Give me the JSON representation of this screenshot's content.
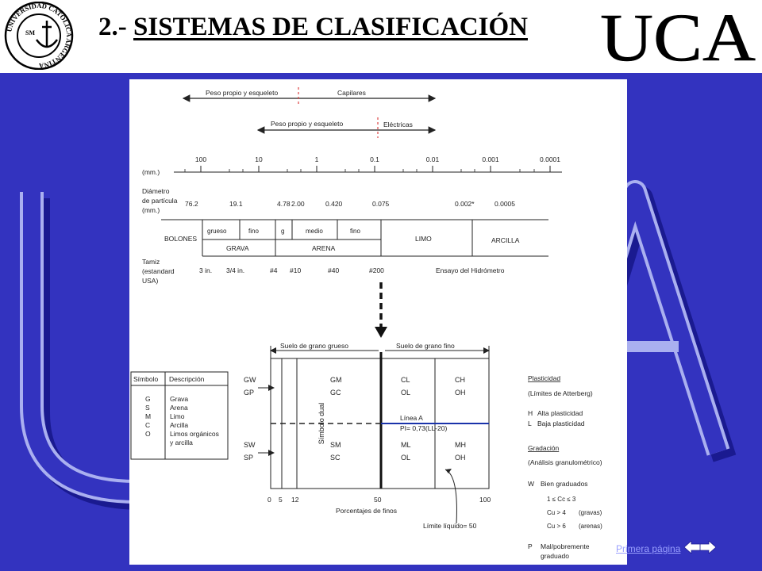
{
  "header": {
    "title_prefix": "2.- ",
    "title_main": "SISTEMAS DE CLASIFICACIÓN",
    "seal_ring_text": "UNIVERSIDAD CATOLICA ARGENTINA",
    "seal_center_text": "SM",
    "logo_text": "UCA"
  },
  "nav": {
    "first_page": "Primera página"
  },
  "diagram": {
    "top_arrow1_left": "Peso propio y esqueleto",
    "top_arrow1_right": "Capilares",
    "top_arrow2_left": "Peso propio y esqueleto",
    "top_arrow2_right": "Eléctricas",
    "scale_unit": "(mm.)",
    "scale_ticks": [
      "100",
      "10",
      "1",
      "0.1",
      "0.01",
      "0.001",
      "0.0001"
    ],
    "diameter_label": [
      "Diámetro",
      "de partícula",
      "(mm.)"
    ],
    "diameter_values": [
      "76.2",
      "19.1",
      "4.78",
      "2.00",
      "0.420",
      "0.075",
      "0.002*",
      "0.0005"
    ],
    "bolones": "BOLONES",
    "sub_labels": [
      "grueso",
      "fino",
      "g",
      "medio",
      "fino"
    ],
    "grava": "GRAVA",
    "arena": "ARENA",
    "limo": "LIMO",
    "arcilla": "ARCILLA",
    "sieve_label": [
      "Tamiz",
      "(estandard",
      "USA)"
    ],
    "sieve_values": [
      "3 in.",
      "3/4 in.",
      "#4",
      "#10",
      "#40",
      "#200"
    ],
    "hydrometer": "Ensayo del Hidrómetro",
    "legend_symbol_header": "Símbolo",
    "legend_desc_header": "Descripción",
    "legend_symbols": [
      "G",
      "S",
      "M",
      "C",
      "O"
    ],
    "legend_descs": [
      "Grava",
      "Arena",
      "Limo",
      "Arcilla",
      "Limos orgánicos",
      "y arcilla"
    ],
    "coarse_label": "Suelo de grano grueso",
    "fine_label": "Suelo de grano fino",
    "gw": "GW",
    "gp": "GP",
    "sw": "SW",
    "sp": "SP",
    "dual": "Símbolo dual",
    "gm": "GM",
    "gc": "GC",
    "sm": "SM",
    "sc": "SC",
    "cl": "CL",
    "ol": "OL",
    "ml": "ML",
    "ol2": "OL",
    "ch": "CH",
    "oh": "OH",
    "mh": "MH",
    "oh2": "OH",
    "linea_a": "Línea A",
    "pi_eq": "PI= 0,73(LL-20)",
    "x_ticks": [
      "0",
      "5",
      "12",
      "50",
      "100"
    ],
    "x_label": "Porcentajes de finos",
    "limite": "Límite líquido= 50",
    "plasticidad": "Plasticidad",
    "atterberg": "(Límites de Atterberg)",
    "h_label": "H",
    "h_desc": "Alta plasticidad",
    "l_label": "L",
    "l_desc": "Baja plasticidad",
    "gradacion": "Gradación",
    "granulometrico": "(Análisis granulométrico)",
    "w_label": "W",
    "w_desc": "Bien graduados",
    "crit1": "1 ≤ Cc ≤ 3",
    "crit2": "Cu > 4",
    "crit2b": "(gravas)",
    "crit3": "Cu > 6",
    "crit3b": "(arenas)",
    "p_label": "P",
    "p_desc1": "Mal/pobremente",
    "p_desc2": "graduado"
  },
  "colors": {
    "background_blue": "#3333bf",
    "linea_a": "#1a33aa"
  }
}
